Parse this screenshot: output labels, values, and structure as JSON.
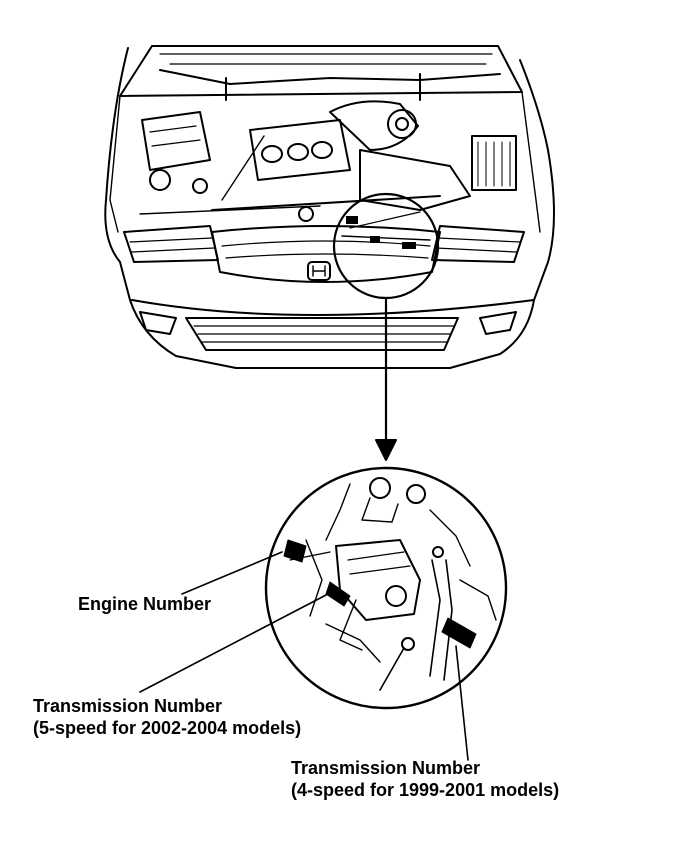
{
  "labels": {
    "engine_number": "Engine Number",
    "transmission_5speed": {
      "line1": "Transmission Number",
      "line2": "(5-speed for 2002-2004 models)"
    },
    "transmission_4speed": {
      "line1": "Transmission Number",
      "line2": "(4-speed for 1999-2001 models)"
    }
  },
  "colors": {
    "ink": "#000000",
    "paper": "#ffffff"
  }
}
